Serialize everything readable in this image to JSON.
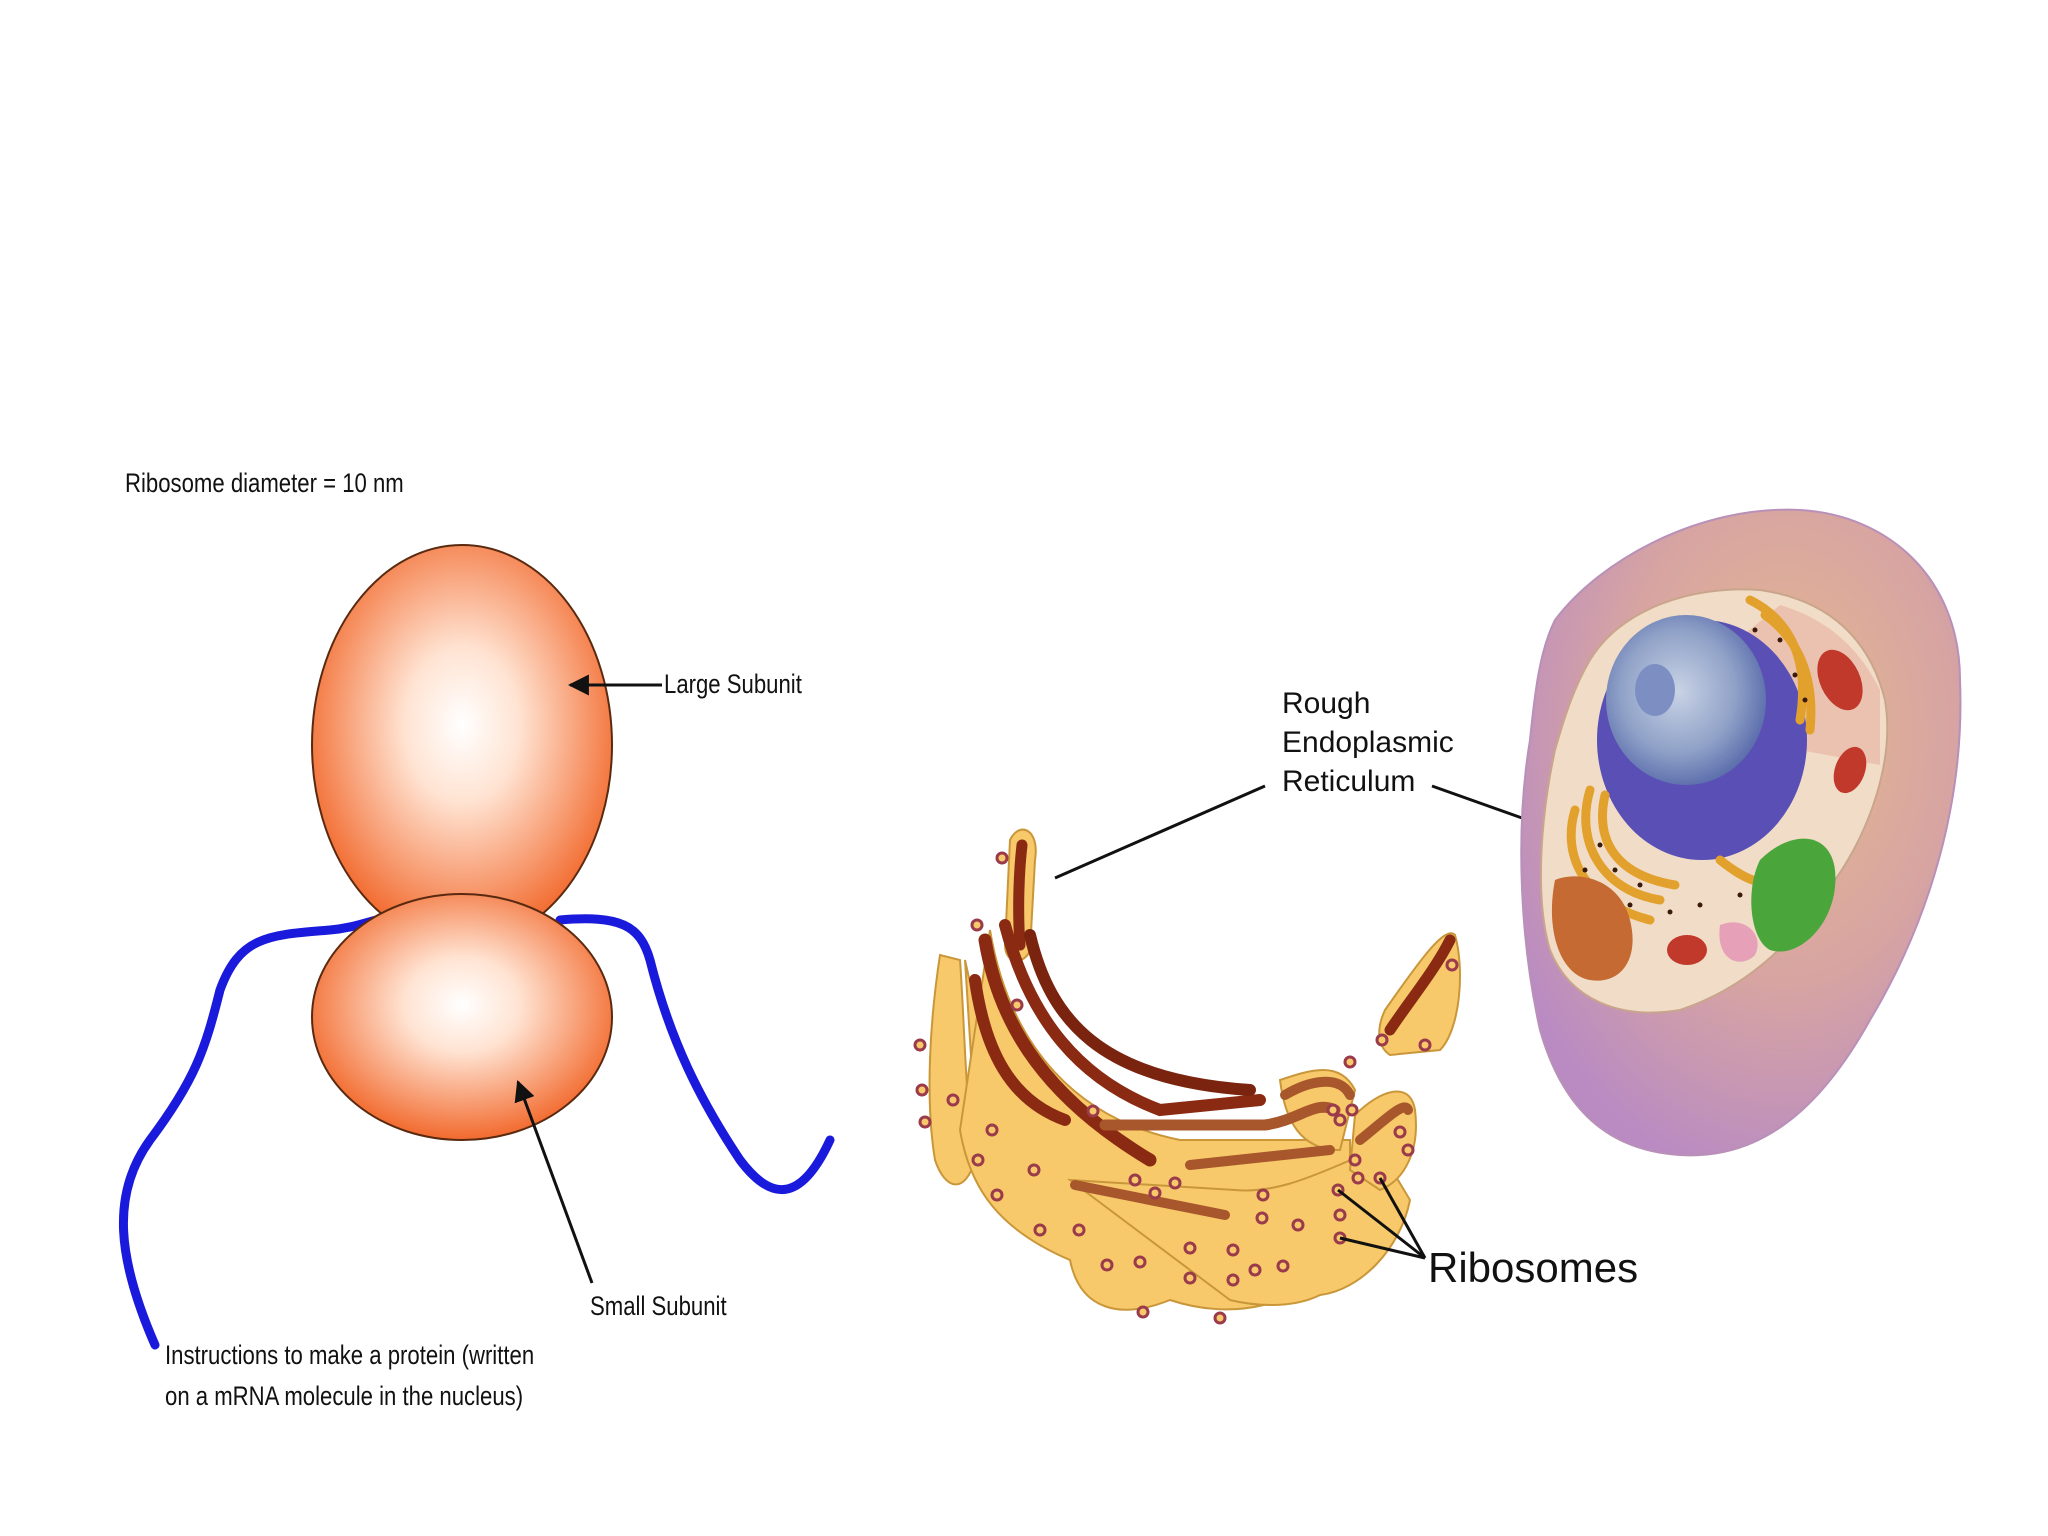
{
  "ribosome_panel": {
    "diameter_note": "Ribosome diameter = 10 nm",
    "large_subunit_label": "Large Subunit",
    "small_subunit_label": "Small Subunit",
    "mrna_label_line1": "Instructions to make a protein (written",
    "mrna_label_line2": "on a mRNA molecule in the nucleus)",
    "colors": {
      "subunit": "#f26a2e",
      "highlight": "#ffffff",
      "mrna": "#1a1adc"
    }
  },
  "er_panel": {
    "rer_label_line1": "Rough",
    "rer_label_line2": "Endoplasmic",
    "rer_label_line3": "Reticulum",
    "ribosomes_label": "Ribosomes",
    "colors": {
      "cisterna": "#f7c96a",
      "lumen": "#8a2a12",
      "ribosome_dot": "#9a3a4a"
    }
  },
  "cell_panel": {
    "colors": {
      "membrane": "#c98fc0",
      "nucleus": "#5a4fb5",
      "golgi": "#e0a83a",
      "chloroplast": "#4aa53a"
    }
  }
}
